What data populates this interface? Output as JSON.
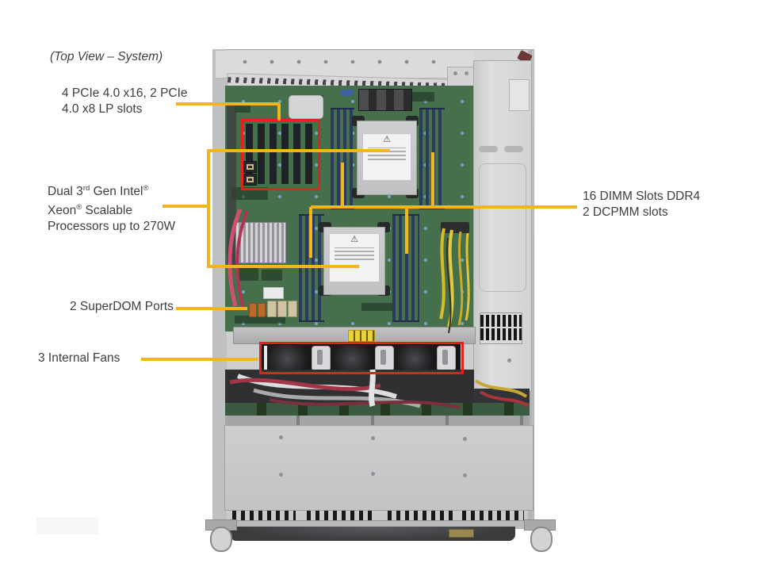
{
  "title": "(Top View – System)",
  "colors": {
    "callout_line": "#F2B51D",
    "highlight_box": "#E3231B",
    "label_text": "#3E3E3E",
    "motherboard_green": "#46704C",
    "chassis_gray": "#CED0D2",
    "dimm_blue": "#2B3B60"
  },
  "icons": {
    "warning_triangle": "⚠"
  },
  "callouts": {
    "pcie": {
      "line1": "4 PCIe 4.0 x16, 2 PCIe",
      "line2": "4.0 x8 LP slots"
    },
    "cpu": {
      "line1_pre": "Dual 3",
      "line1_sup": "rd",
      "line1_mid": " Gen Intel",
      "line1_reg": "®",
      "line2_pre": "Xeon",
      "line2_reg": "®",
      "line2_post": " Scalable",
      "line3": "Processors up to 270W"
    },
    "dimm": {
      "line1": "16 DIMM Slots DDR4",
      "line2": "2 DCPMM slots"
    },
    "superdom": {
      "label": "2 SuperDOM Ports"
    },
    "fans": {
      "label": "3 Internal Fans"
    }
  }
}
